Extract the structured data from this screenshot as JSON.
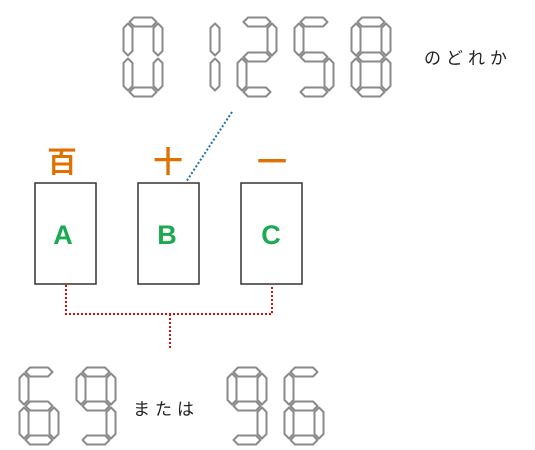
{
  "top_digits": "01258",
  "top_suffix": "のどれか",
  "places": [
    {
      "label": "百",
      "letter": "A"
    },
    {
      "label": "十",
      "letter": "B"
    },
    {
      "label": "一",
      "letter": "C"
    }
  ],
  "bottom_left_digits": "69",
  "bottom_middle": "または",
  "bottom_right_digits": "96",
  "colors": {
    "place_label": "#e07000",
    "letter": "#1aaa50",
    "dotted_blue": "#1f6fb0",
    "dotted_red": "#d01010",
    "segment_stroke": "#8a8a8a"
  }
}
